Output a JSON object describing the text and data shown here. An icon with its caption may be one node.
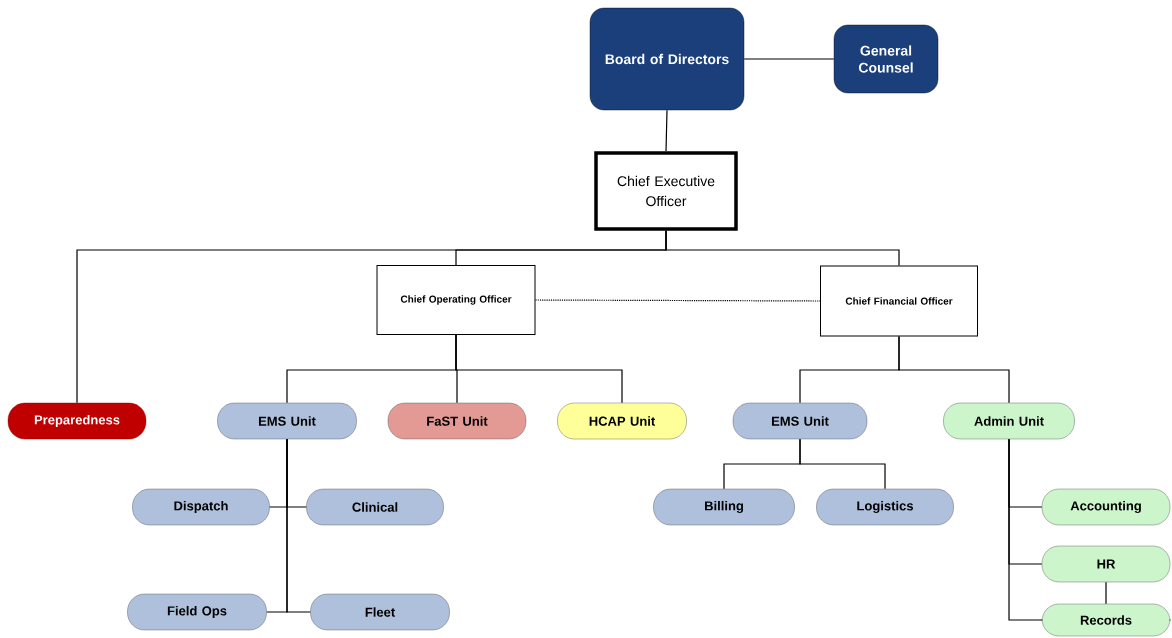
{
  "diagram": {
    "nodes": [
      {
        "text": [
          "Board of Directors"
        ]
      },
      {
        "text": [
          "General Counsel"
        ]
      },
      {
        "text": [
          "Chief Executive Officer"
        ]
      },
      {
        "text": [
          "Chief Operating Officer"
        ]
      },
      {
        "text": [
          "Chief Financial Officer"
        ]
      },
      {
        "text": [
          "Preparedness"
        ]
      },
      {
        "text": [
          "EMS Unit"
        ]
      },
      {
        "text": [
          "FaST Unit"
        ]
      },
      {
        "text": [
          "HCAP Unit"
        ]
      },
      {
        "text": [
          "EMS Unit"
        ]
      },
      {
        "text": [
          "Admin Unit"
        ]
      },
      {
        "text": [
          "Dispatch"
        ]
      },
      {
        "text": [
          "Clinical"
        ]
      },
      {
        "text": [
          "Billing"
        ]
      },
      {
        "text": [
          "Logistics"
        ]
      },
      {
        "text": [
          "Accounting"
        ]
      },
      {
        "text": [
          "Field Ops"
        ]
      },
      {
        "text": [
          "Fleet"
        ]
      },
      {
        "text": [
          "HR"
        ]
      },
      {
        "text": [
          "Records"
        ]
      }
    ],
    "edges": [
      {
        "from": 0,
        "to": 1,
        "arrow": "none"
      },
      {
        "from": 0,
        "to": 2,
        "arrow": "none"
      },
      {
        "from": 2,
        "to": 5,
        "arrow": "none"
      },
      {
        "from": 2,
        "to": 3,
        "arrow": "none"
      },
      {
        "from": 2,
        "to": 4,
        "arrow": "none"
      },
      {
        "from": 3,
        "to": 4,
        "arrow": "none",
        "style": "dashed"
      },
      {
        "from": 3,
        "to": 6,
        "arrow": "none"
      },
      {
        "from": 3,
        "to": 7,
        "arrow": "none"
      },
      {
        "from": 3,
        "to": 8,
        "arrow": "none"
      },
      {
        "from": 4,
        "to": 9,
        "arrow": "none"
      },
      {
        "from": 4,
        "to": 10,
        "arrow": "none"
      },
      {
        "from": 6,
        "to": 11,
        "arrow": "none"
      },
      {
        "from": 6,
        "to": 12,
        "arrow": "none"
      },
      {
        "from": 6,
        "to": 16,
        "arrow": "none"
      },
      {
        "from": 6,
        "to": 17,
        "arrow": "none"
      },
      {
        "from": 9,
        "to": 13,
        "arrow": "none"
      },
      {
        "from": 9,
        "to": 14,
        "arrow": "none"
      },
      {
        "from": 10,
        "to": 15,
        "arrow": "none"
      },
      {
        "from": 10,
        "to": 18,
        "arrow": "none"
      },
      {
        "from": 10,
        "to": 19,
        "arrow": "none"
      },
      {
        "from": 18,
        "to": 19,
        "arrow": "none"
      }
    ]
  }
}
